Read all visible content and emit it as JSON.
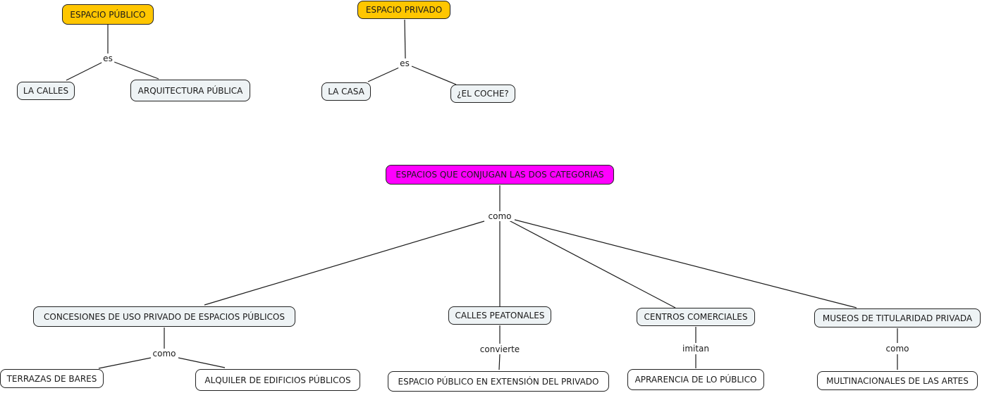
{
  "concept_map": {
    "public": {
      "title": "ESPACIO PÚBLICO",
      "link": "es",
      "children": [
        "LA CALLES",
        "ARQUITECTURA PÚBLICA"
      ]
    },
    "private": {
      "title": "ESPACIO PRIVADO",
      "link": "es",
      "children": [
        "LA CASA",
        "¿EL COCHE?"
      ]
    },
    "combined": {
      "title": "ESPACIOS QUE CONJUGAN LAS DOS CATEGORIAS",
      "link": "como",
      "children": [
        {
          "label": "CONCESIONES DE USO PRIVADO DE ESPACIOS PÚBLICOS",
          "link": "como",
          "children": [
            "TERRAZAS DE BARES",
            "ALQUILER DE EDIFICIOS PÚBLICOS"
          ]
        },
        {
          "label": "CALLES PEATONALES",
          "link": "convierte",
          "children": [
            "ESPACIO PÚBLICO EN EXTENSIÓN DEL PRIVADO"
          ]
        },
        {
          "label": "CENTROS COMERCIALES",
          "link": "imitan",
          "children": [
            "APRARENCIA DE LO PÚBLICO"
          ]
        },
        {
          "label": "MUSEOS DE TITULARIDAD PRIVADA",
          "link": "como",
          "children": [
            "MULTINACIONALES DE LAS ARTES"
          ]
        }
      ]
    },
    "colors": {
      "root_primary": "#ffc600",
      "root_combined": "#ff00ff",
      "concept_fill": "#eef3f5",
      "leaf_fill": "#ffffff"
    }
  }
}
